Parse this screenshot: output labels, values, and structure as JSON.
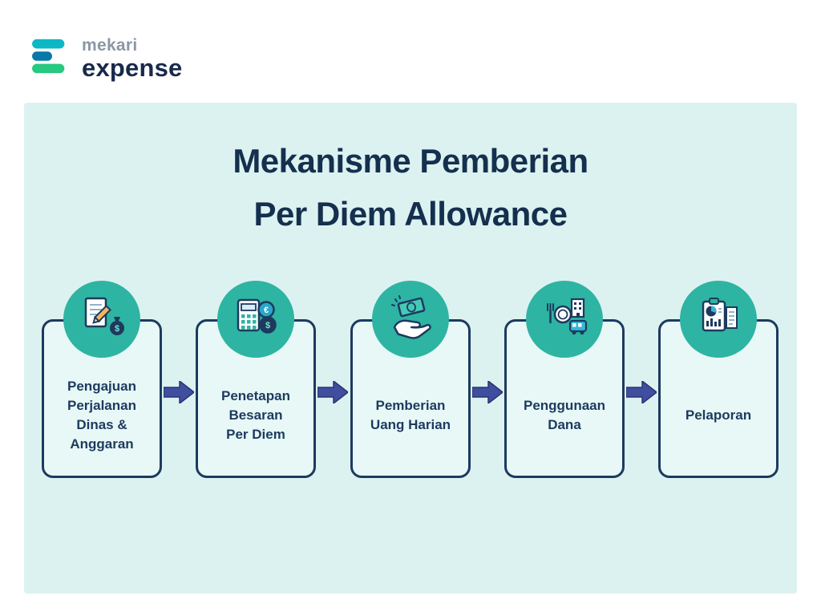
{
  "logo": {
    "brand": "mekari",
    "product": "expense"
  },
  "title": {
    "line1": "Mekanisme Pemberian",
    "line2": "Per Diem Allowance"
  },
  "steps": [
    {
      "label": "Pengajuan\nPerjalanan\nDinas &\nAnggaran",
      "icon": "document-pencil-moneybag-icon"
    },
    {
      "label": "Penetapan\nBesaran\nPer Diem",
      "icon": "calculator-coins-icon"
    },
    {
      "label": "Pemberian\nUang Harian",
      "icon": "hand-banknote-icon"
    },
    {
      "label": "Penggunaan\nDana",
      "icon": "meal-building-bus-icon"
    },
    {
      "label": "Pelaporan",
      "icon": "report-charts-icon"
    }
  ],
  "colors": {
    "panel_background": "#dcf2f1",
    "card_background": "#e7f8f7",
    "outline_navy": "#1d3a5e",
    "circle_teal": "#2eb4a2",
    "arrow_indigo": "#3f4e9f",
    "title_navy": "#15304e",
    "brand_gray": "#8b97a6",
    "brand_teal": "#0cb8c6",
    "brand_green": "#25c97f"
  }
}
